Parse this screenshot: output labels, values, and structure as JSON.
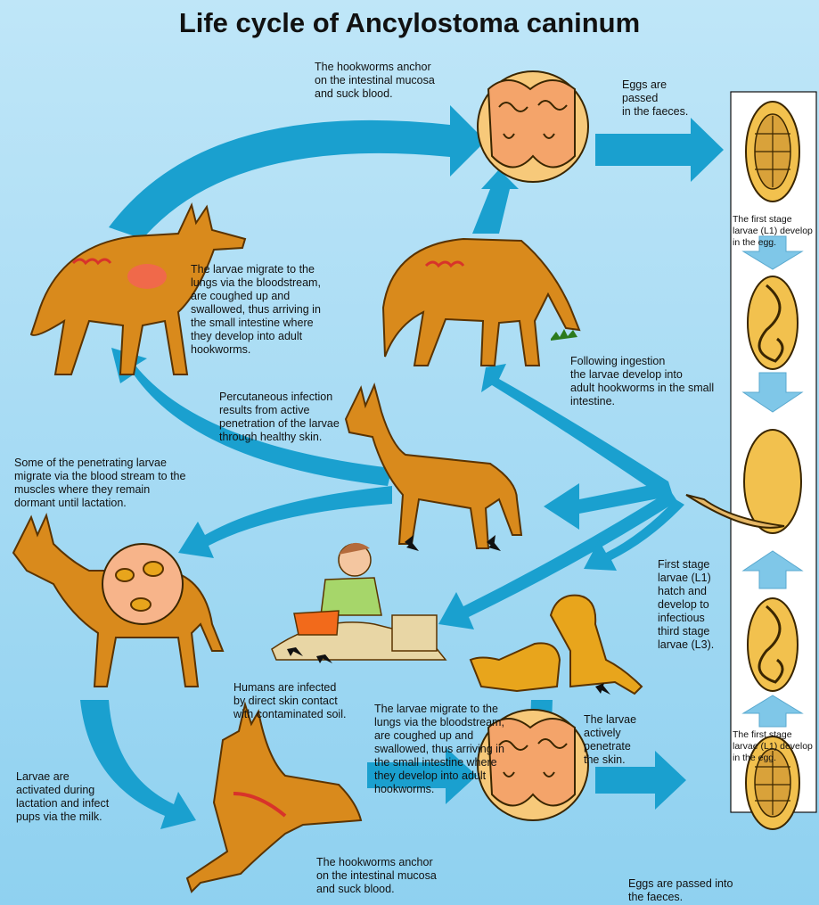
{
  "title": "Life cycle of Ancylostoma caninum",
  "labels": {
    "anchor_top": "The hookworms anchor\non the intestinal mucosa\nand suck blood.",
    "eggs_top": "Eggs are\npassed\nin the faeces.",
    "l1_top": "The first stage\nlarvae (L1) develop\nin the egg.",
    "migrate_lungs_top": "The larvae migrate to the\nlungs via the bloodstream,\nare coughed up and\nswallowed, thus arriving in\nthe small intestine where\nthey develop into adult\nhookworms.",
    "ingestion": "Following ingestion\nthe larvae develop into\nadult hookworms in the small\nintestine.",
    "percutaneous": "Percutaneous infection\nresults from active\npenetration of the larvae\nthrough healthy skin.",
    "penetrating_muscles": "Some of the penetrating larvae\nmigrate via the blood stream to the\nmuscles where they remain\ndormant until lactation.",
    "hatch": "First stage\nlarvae (L1)\nhatch and\ndevelop to\ninfectious\nthird stage\nlarvae (L3).",
    "humans": "Humans are infected\nby direct skin contact\nwith contaminated soil.",
    "migrate_lungs_bottom": "The larvae migrate to the\nlungs via the bloodstream,\nare coughed up and\nswallowed, thus arriving in\nthe small intestine where\nthey develop into adult\nhookworms.",
    "actively_penetrate": "The larvae\nactively\npenetrate\nthe skin.",
    "l1_bottom": "The first stage\nlarvae (L1) develop\nin the egg.",
    "lactation": "Larvae are\nactivated during\nlactation and infect\npups via the milk.",
    "anchor_bottom": "The hookworms anchor\non the intestinal mucosa\nand suck blood.",
    "eggs_bottom": "Eggs are passed into\nthe faeces."
  },
  "colors": {
    "arrow": "#1aa0cf",
    "dog": "#d98a1c",
    "dog_outline": "#5a3300",
    "pup": "#e8a51c",
    "intestine": "#f4a46a",
    "circle_bg": "#f7c97a",
    "egg": "#f2c14e"
  }
}
